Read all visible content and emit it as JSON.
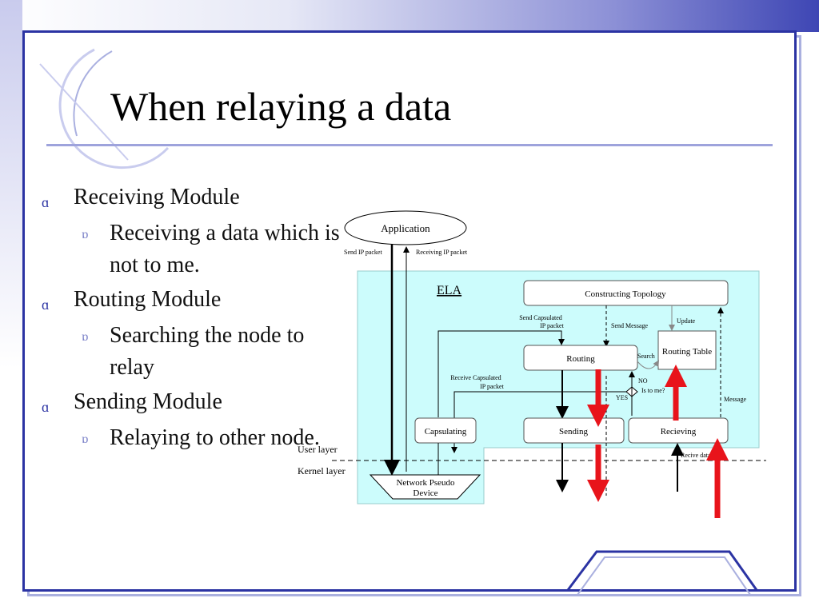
{
  "slide": {
    "title": "When relaying a data",
    "bullets": [
      {
        "marker": "ɑ",
        "text": "Receiving Module",
        "sub": [
          {
            "marker": "ɒ",
            "text": "Receiving a data which is not to me."
          }
        ]
      },
      {
        "marker": "ɑ",
        "text": "Routing Module",
        "sub": [
          {
            "marker": "ɒ",
            "text": "Searching the node to relay"
          }
        ]
      },
      {
        "marker": "ɑ",
        "text": "Sending Module",
        "sub": [
          {
            "marker": "ɒ",
            "text": "Relaying to other node."
          }
        ]
      }
    ]
  },
  "diagram": {
    "application": "Application",
    "send_ip": "Send IP packet",
    "receiving_ip": "Receiving IP packet",
    "ela": "ELA",
    "constructing": "Constructing Topology",
    "send_cap_1": "Send Capsulated",
    "send_cap_2": "IP packet",
    "send_message": "Send Message",
    "update": "Update",
    "routing": "Routing",
    "search": "Search",
    "routing_table": "Routing Table",
    "recv_cap_1": "Receive Capsulated",
    "recv_cap_2": "IP packet",
    "no": "NO",
    "is_to_me": "Is to me?",
    "yes": "YES",
    "message": "Message",
    "capsulating": "Capsulating",
    "sending": "Sending",
    "recieving": "Recieving",
    "user_layer": "User layer",
    "kernel_layer": "Kernel layer",
    "recive_data": "Recive data",
    "npd_1": "Network Pseudo",
    "npd_2": "Device",
    "colors": {
      "panel": "#ccfcfc",
      "highlight_arrow": "#e8141b",
      "frame": "#2b33a3"
    }
  }
}
